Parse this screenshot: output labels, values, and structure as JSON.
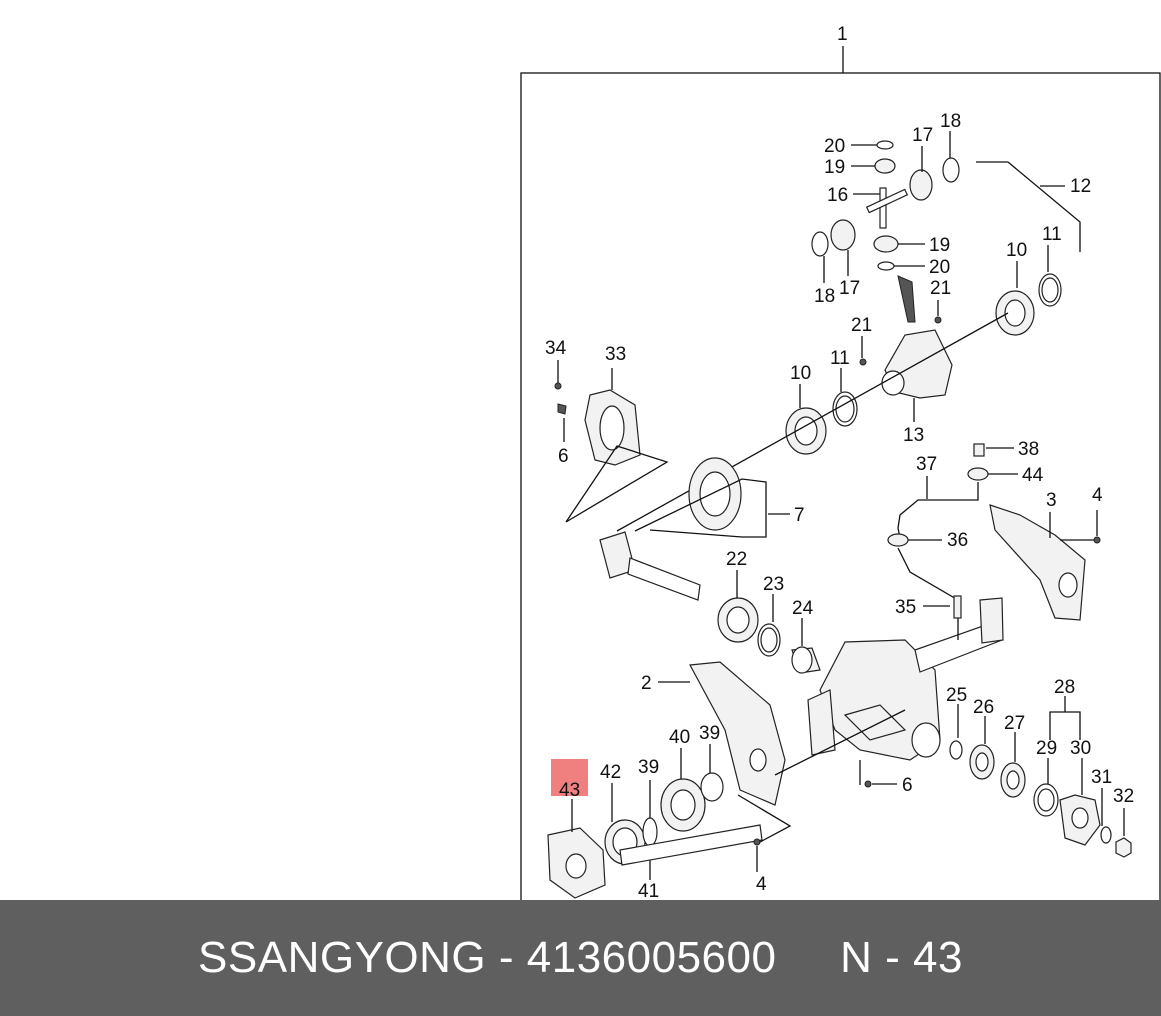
{
  "diagram": {
    "labels": [
      "1",
      "20",
      "19",
      "17",
      "18",
      "16",
      "12",
      "19",
      "20",
      "10",
      "11",
      "18",
      "17",
      "21",
      "21",
      "11",
      "10",
      "13",
      "34",
      "33",
      "6",
      "38",
      "37",
      "44",
      "7",
      "3",
      "4",
      "36",
      "22",
      "23",
      "24",
      "35",
      "2",
      "28",
      "25",
      "26",
      "27",
      "29",
      "30",
      "40",
      "39",
      "31",
      "32",
      "42",
      "39",
      "43",
      "6",
      "4",
      "41"
    ],
    "highlight_label": "43",
    "highlight_color": "#f08080"
  },
  "footer": {
    "brand": "SSANGYONG",
    "separator": " - ",
    "part_number": "4136005600",
    "gap": "     ",
    "position_prefix": "N - ",
    "position_number": "43"
  }
}
